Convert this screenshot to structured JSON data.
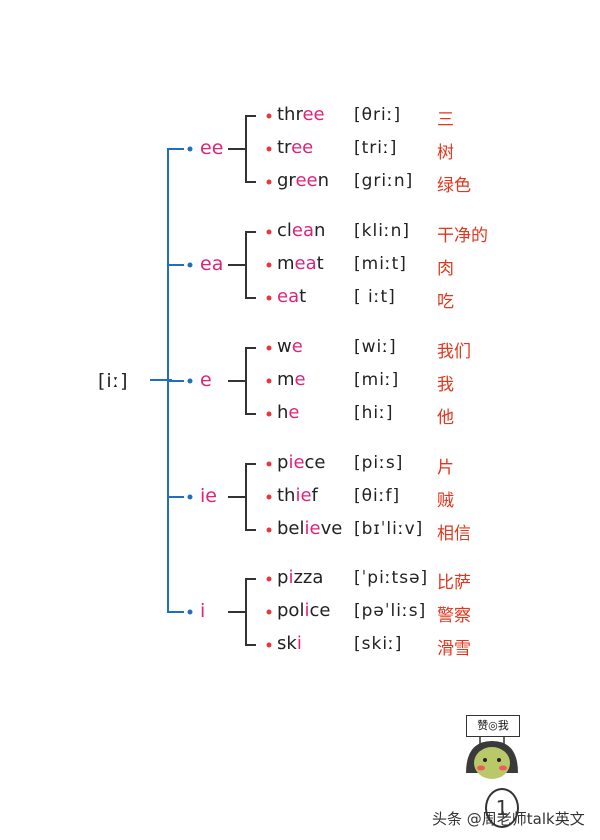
{
  "root": "[iː]",
  "groups": [
    {
      "spelling": "ee",
      "words": [
        {
          "pre": "thr",
          "hl": "ee",
          "post": "",
          "ipa": "[θriː]",
          "cn": "三"
        },
        {
          "pre": "tr",
          "hl": "ee",
          "post": "",
          "ipa": "[triː]",
          "cn": "树"
        },
        {
          "pre": "gr",
          "hl": "ee",
          "post": "n",
          "ipa": "[griːn]",
          "cn": "绿色"
        }
      ]
    },
    {
      "spelling": "ea",
      "words": [
        {
          "pre": "cl",
          "hl": "ea",
          "post": "n",
          "ipa": "[kliːn]",
          "cn": "干净的"
        },
        {
          "pre": "m",
          "hl": "ea",
          "post": "t",
          "ipa": "[miːt]",
          "cn": "肉"
        },
        {
          "pre": "",
          "hl": "ea",
          "post": "t",
          "ipa": "[ iːt]",
          "cn": "吃"
        }
      ]
    },
    {
      "spelling": "e",
      "words": [
        {
          "pre": "w",
          "hl": "e",
          "post": "",
          "ipa": "[wiː]",
          "cn": "我们"
        },
        {
          "pre": "m",
          "hl": "e",
          "post": "",
          "ipa": "[miː]",
          "cn": "我"
        },
        {
          "pre": "h",
          "hl": "e",
          "post": "",
          "ipa": "[hiː]",
          "cn": "他"
        }
      ]
    },
    {
      "spelling": "ie",
      "words": [
        {
          "pre": "p",
          "hl": "ie",
          "post": "ce",
          "ipa": "[piːs]",
          "cn": "片"
        },
        {
          "pre": "th",
          "hl": "ie",
          "post": "f",
          "ipa": "[θiːf]",
          "cn": "贼"
        },
        {
          "pre": "bel",
          "hl": "ie",
          "post": "ve",
          "ipa": "[bɪˈliːv]",
          "cn": "相信"
        }
      ]
    },
    {
      "spelling": "i",
      "words": [
        {
          "pre": "p",
          "hl": "i",
          "post": "zza",
          "ipa": "[ˈpiːtsə]",
          "cn": "比萨"
        },
        {
          "pre": "pol",
          "hl": "i",
          "post": "ce",
          "ipa": "[pəˈliːs]",
          "cn": "警察"
        },
        {
          "pre": "sk",
          "hl": "i",
          "post": "",
          "ipa": "[skiː]",
          "cn": "滑雪"
        }
      ]
    }
  ],
  "colors": {
    "accent": "#e0237a",
    "bracket": "#1f6fc0",
    "chinese": "#e2361d",
    "dot": "#e8373a"
  },
  "mascot_sign": "赞◎我",
  "page_number": "1",
  "watermark": "头条 @周老师talk英文"
}
